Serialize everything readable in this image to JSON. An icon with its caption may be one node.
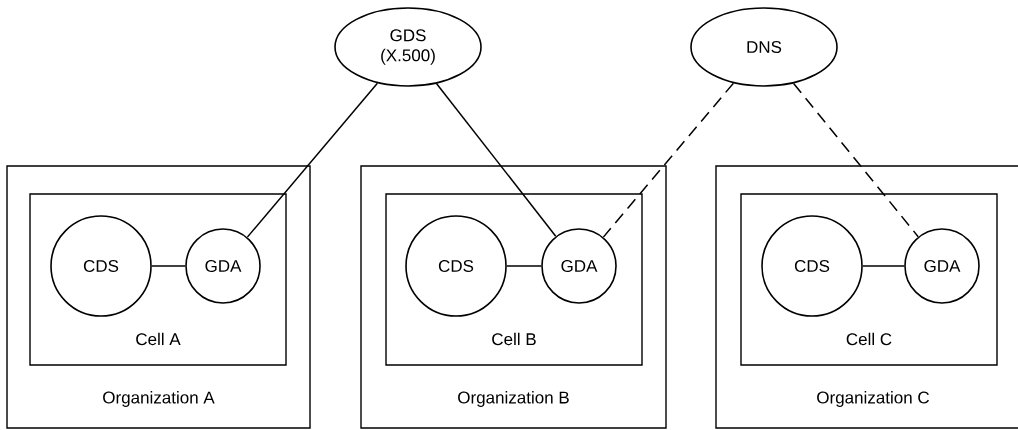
{
  "diagram": {
    "nodes": [
      {
        "text": [
          "GDS (X.500)"
        ]
      },
      {
        "text": [
          "DNS"
        ]
      },
      {
        "text": [
          "Organization A"
        ]
      },
      {
        "text": [
          "Cell A"
        ],
        "in": 2
      },
      {
        "text": [
          "CDS"
        ],
        "in": 3
      },
      {
        "text": [
          "GDA"
        ],
        "in": 3
      },
      {
        "text": [
          "Organization B"
        ]
      },
      {
        "text": [
          "Cell B"
        ],
        "in": 6
      },
      {
        "text": [
          "CDS"
        ],
        "in": 7
      },
      {
        "text": [
          "GDA"
        ],
        "in": 7
      },
      {
        "text": [
          "Organization C"
        ]
      },
      {
        "text": [
          "Cell C"
        ],
        "in": 10
      },
      {
        "text": [
          "CDS"
        ],
        "in": 11
      },
      {
        "text": [
          "GDA"
        ],
        "in": 11
      }
    ],
    "edges": [
      {
        "from": 4,
        "to": 5,
        "arrow": "none"
      },
      {
        "from": 8,
        "to": 9,
        "arrow": "none"
      },
      {
        "from": 12,
        "to": 13,
        "arrow": "none"
      },
      {
        "from": 0,
        "to": 5,
        "arrow": "none"
      },
      {
        "from": 0,
        "to": 9,
        "arrow": "none"
      },
      {
        "from": 1,
        "to": 9,
        "arrow": "none",
        "style": "dashed"
      },
      {
        "from": 1,
        "to": 13,
        "arrow": "none",
        "style": "dashed"
      }
    ]
  }
}
